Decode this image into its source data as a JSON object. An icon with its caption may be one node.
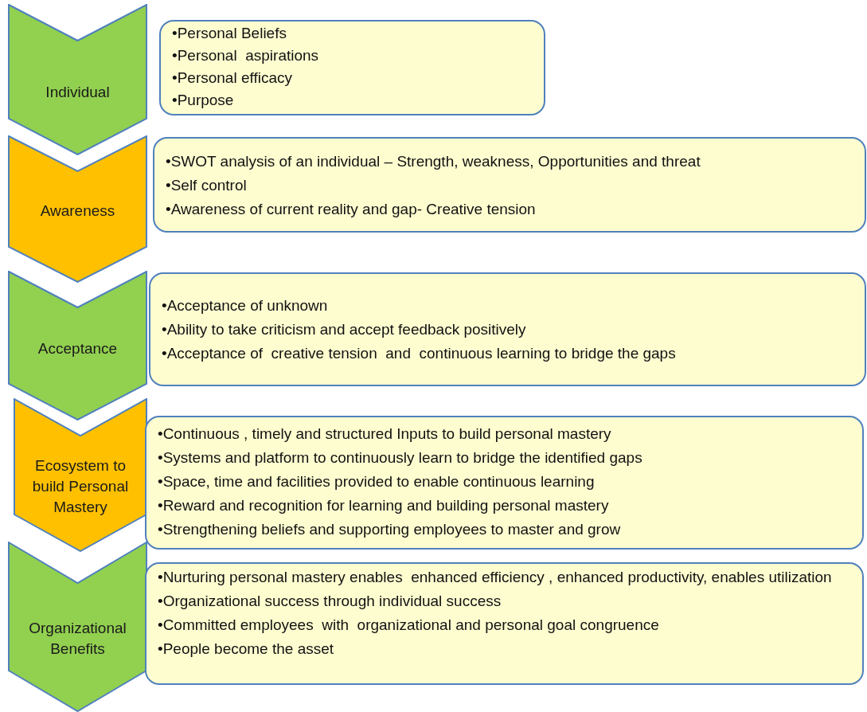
{
  "diagram": {
    "nodes": [
      {
        "text": [
          "Individual"
        ]
      },
      {
        "text": [
          "•Personal Beliefs",
          "•Personal  aspirations",
          "•Personal efficacy",
          "•Purpose"
        ]
      },
      {
        "text": [
          "Awareness"
        ]
      },
      {
        "text": [
          "•SWOT analysis of an individual – Strength, weakness, Opportunities and threat",
          "•Self control",
          "•Awareness of current reality and gap- Creative tension"
        ]
      },
      {
        "text": [
          "Acceptance"
        ]
      },
      {
        "text": [
          "•Acceptance of unknown",
          "•Ability to take criticism and accept feedback positively",
          "•Acceptance of  creative tension  and  continuous learning to bridge the gaps"
        ]
      },
      {
        "text": [
          "Ecosystem to build Personal Mastery"
        ]
      },
      {
        "text": [
          "•Continuous , timely and structured Inputs to build personal mastery",
          "•Systems and platform to continuously learn to bridge the identified gaps",
          "•Space, time and facilities provided to enable continuous learning",
          "•Reward and recognition for learning and building personal mastery",
          "•Strengthening beliefs and supporting employees to master and grow"
        ]
      },
      {
        "text": [
          "Organizational Benefits"
        ]
      },
      {
        "text": [
          "•Nurturing personal mastery enables  enhanced efficiency , enhanced productivity, enables utilization",
          "•Organizational success through individual success",
          "•Committed employees  with  organizational and personal goal congruence",
          "•People become the asset"
        ]
      }
    ],
    "edges": []
  }
}
